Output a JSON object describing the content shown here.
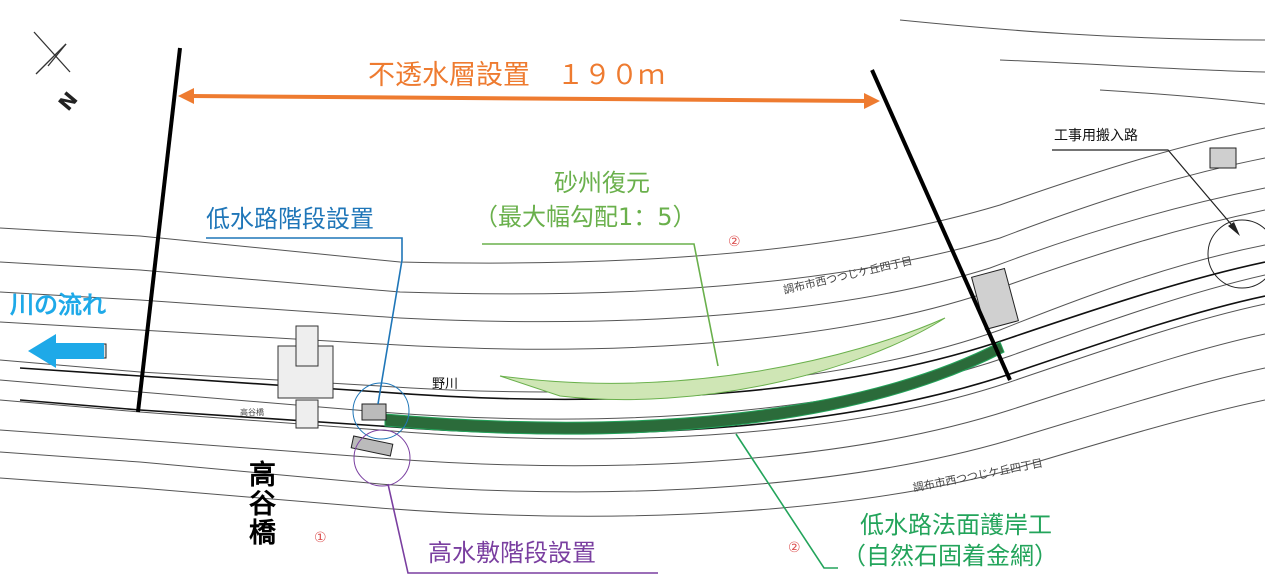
{
  "annotations": {
    "barrier_length": "不透水層設置　１９０ｍ",
    "sandbar_title": "砂州復元",
    "sandbar_sub": "（最大幅勾配1：5）",
    "low_channel_steps": "低水路階段設置",
    "high_bank_steps": "高水敷階段設置",
    "revetment_title": "低水路法面護岸工",
    "revetment_sub": "（自然石固着金網）",
    "access_road": "工事用搬入路",
    "river_flow": "川の流れ",
    "bridge_name": "高谷橋",
    "north": "N"
  },
  "map_text": {
    "town_upper": "調布市西つつじケ丘四丁目",
    "town_lower": "調布市西つつじケ丘四丁目",
    "river_name": "野川",
    "bridge_small": "高谷橋",
    "marker_1": "①",
    "marker_2a": "②",
    "marker_2b": "②"
  },
  "colors": {
    "barrier": "#ee7b30",
    "low_channel_steps": "#1f76b8",
    "sandbar": "#6ab04c",
    "revetment": "#23a45b",
    "high_bank_steps": "#7a3fa0",
    "river_flow": "#1ea9e8"
  }
}
